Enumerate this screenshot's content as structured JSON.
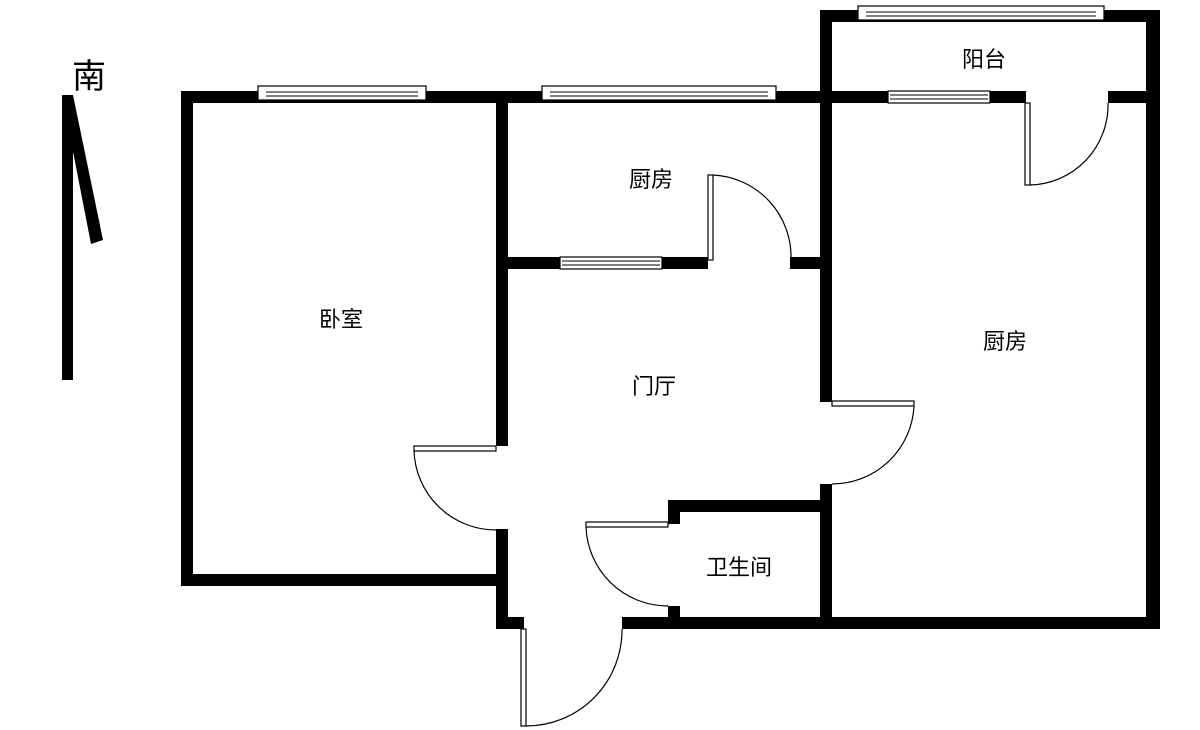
{
  "compass": {
    "label": "南",
    "icon": "north-arrow-icon"
  },
  "rooms": {
    "balcony": "阳台",
    "kitchen_top": "厨房",
    "bedroom": "卧室",
    "hall": "门厅",
    "kitchen_right": "厨房",
    "bathroom": "卫生间"
  },
  "colors": {
    "wall": "#000000",
    "background": "#ffffff"
  }
}
